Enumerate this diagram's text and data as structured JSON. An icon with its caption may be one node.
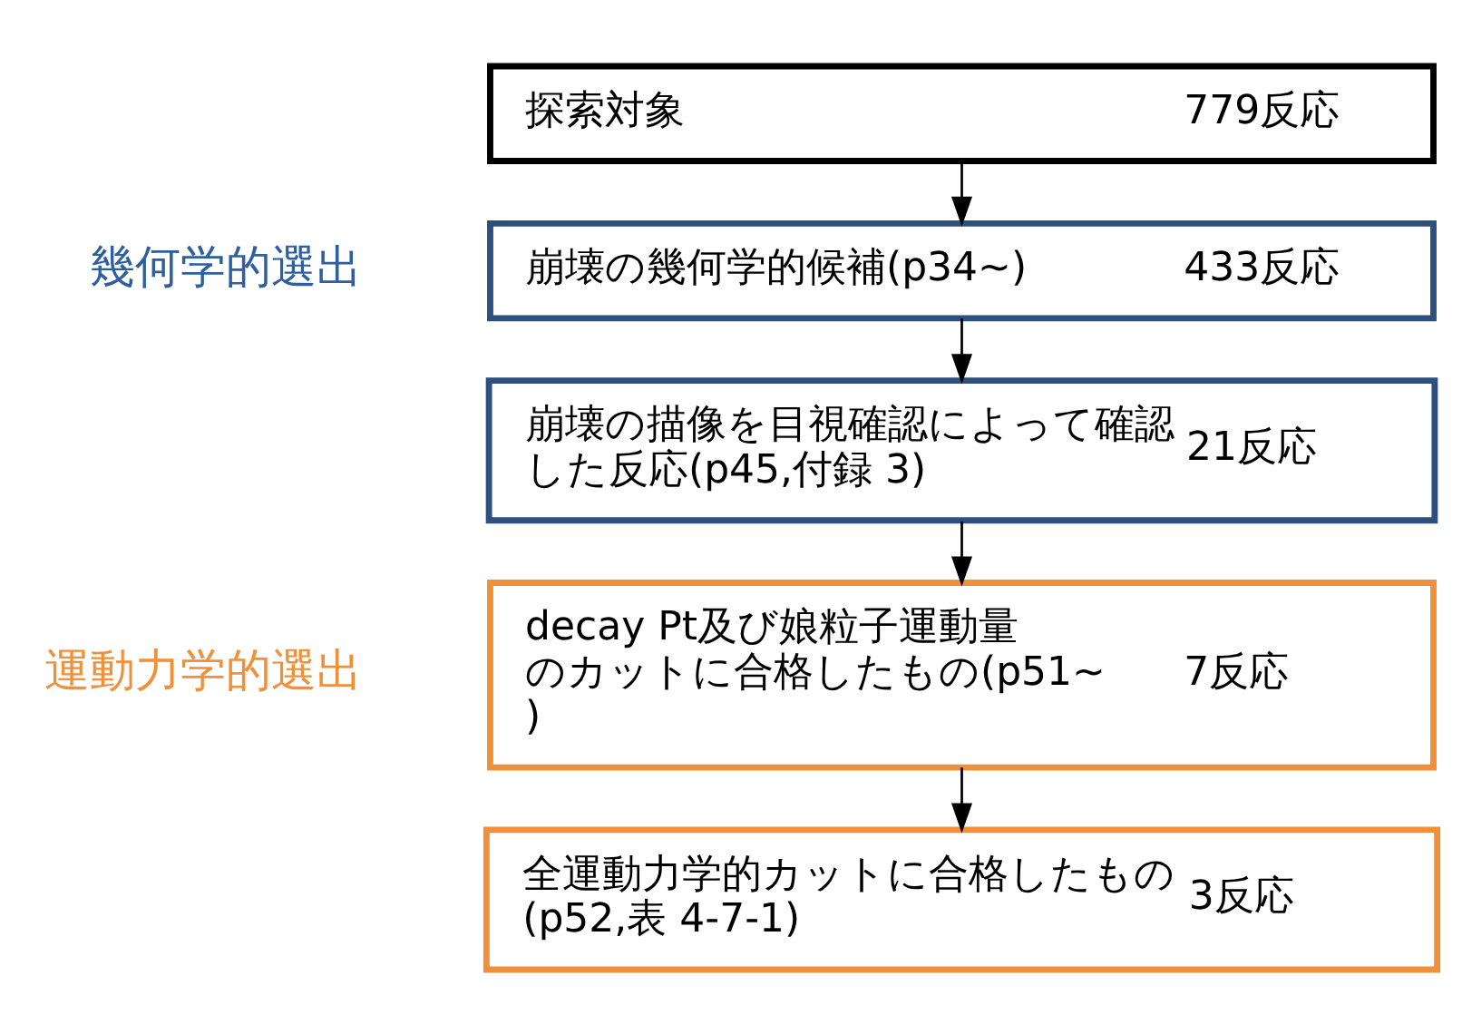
{
  "diagram": {
    "nodes": [
      {
        "text": [
          "探索対象",
          "779反応"
        ]
      },
      {
        "text": [
          "崩壊の幾何学的候補(p34~)",
          "433反応"
        ]
      },
      {
        "text": [
          "崩壊の描像を目視確認によって確認した反応(p45,付録 3)",
          "21反応"
        ]
      },
      {
        "text": [
          "decay Pt及び娘粒子運動量のカットに合格したもの(p51~)",
          "7反応"
        ]
      },
      {
        "text": [
          "全運動力学的カットに合格したもの(p52,表 4-7-1)",
          "3反応"
        ]
      }
    ],
    "edges": [
      {
        "from": 0,
        "to": 1,
        "arrow": "to"
      },
      {
        "from": 1,
        "to": 2,
        "arrow": "to"
      },
      {
        "from": 2,
        "to": 3,
        "arrow": "to"
      },
      {
        "from": 3,
        "to": 4,
        "arrow": "to"
      }
    ],
    "labels": [
      "幾何学的選出",
      "運動力学的選出"
    ]
  }
}
